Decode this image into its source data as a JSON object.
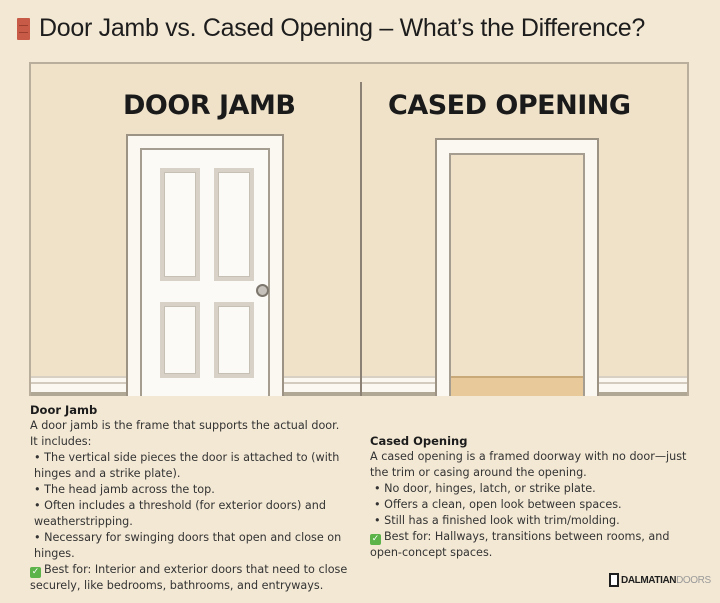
{
  "header": {
    "icon": "door-icon",
    "title": "Door Jamb vs. Cased Opening – What’s the Difference?"
  },
  "illustration": {
    "left_heading": "DOOR JAMB",
    "right_heading": "CASED OPENING",
    "colors": {
      "wall": "#efe2c9",
      "trim": "#fbf8f2",
      "floor_threshold": "#e7c99a",
      "title_icon": "#c75b48",
      "check": "#5bb34a"
    }
  },
  "door_jamb": {
    "title": "Door Jamb",
    "intro": "A door jamb is the frame that supports the actual door. It includes:",
    "bullets": [
      "• The vertical side pieces the door is attached to (with hinges and a strike plate).",
      "• The head jamb across the top.",
      "• Often includes a threshold (for exterior doors) and weatherstripping.",
      "• Necessary for swinging doors that open and close on hinges."
    ],
    "best_for": "Best for: Interior and exterior doors that need to close securely, like bedrooms, bathrooms, and entryways."
  },
  "cased_opening": {
    "title": "Cased Opening",
    "intro": "A cased opening is a framed doorway with no door—just the trim or casing around the opening.",
    "bullets": [
      "• No door, hinges, latch, or strike plate.",
      "• Offers a clean, open look between spaces.",
      "• Still has a finished look with trim/molding."
    ],
    "best_for": "Best for: Hallways, transitions between rooms, and open-concept spaces."
  },
  "logo": {
    "part1": "DALMATIAN",
    "part2": "DOORS"
  }
}
